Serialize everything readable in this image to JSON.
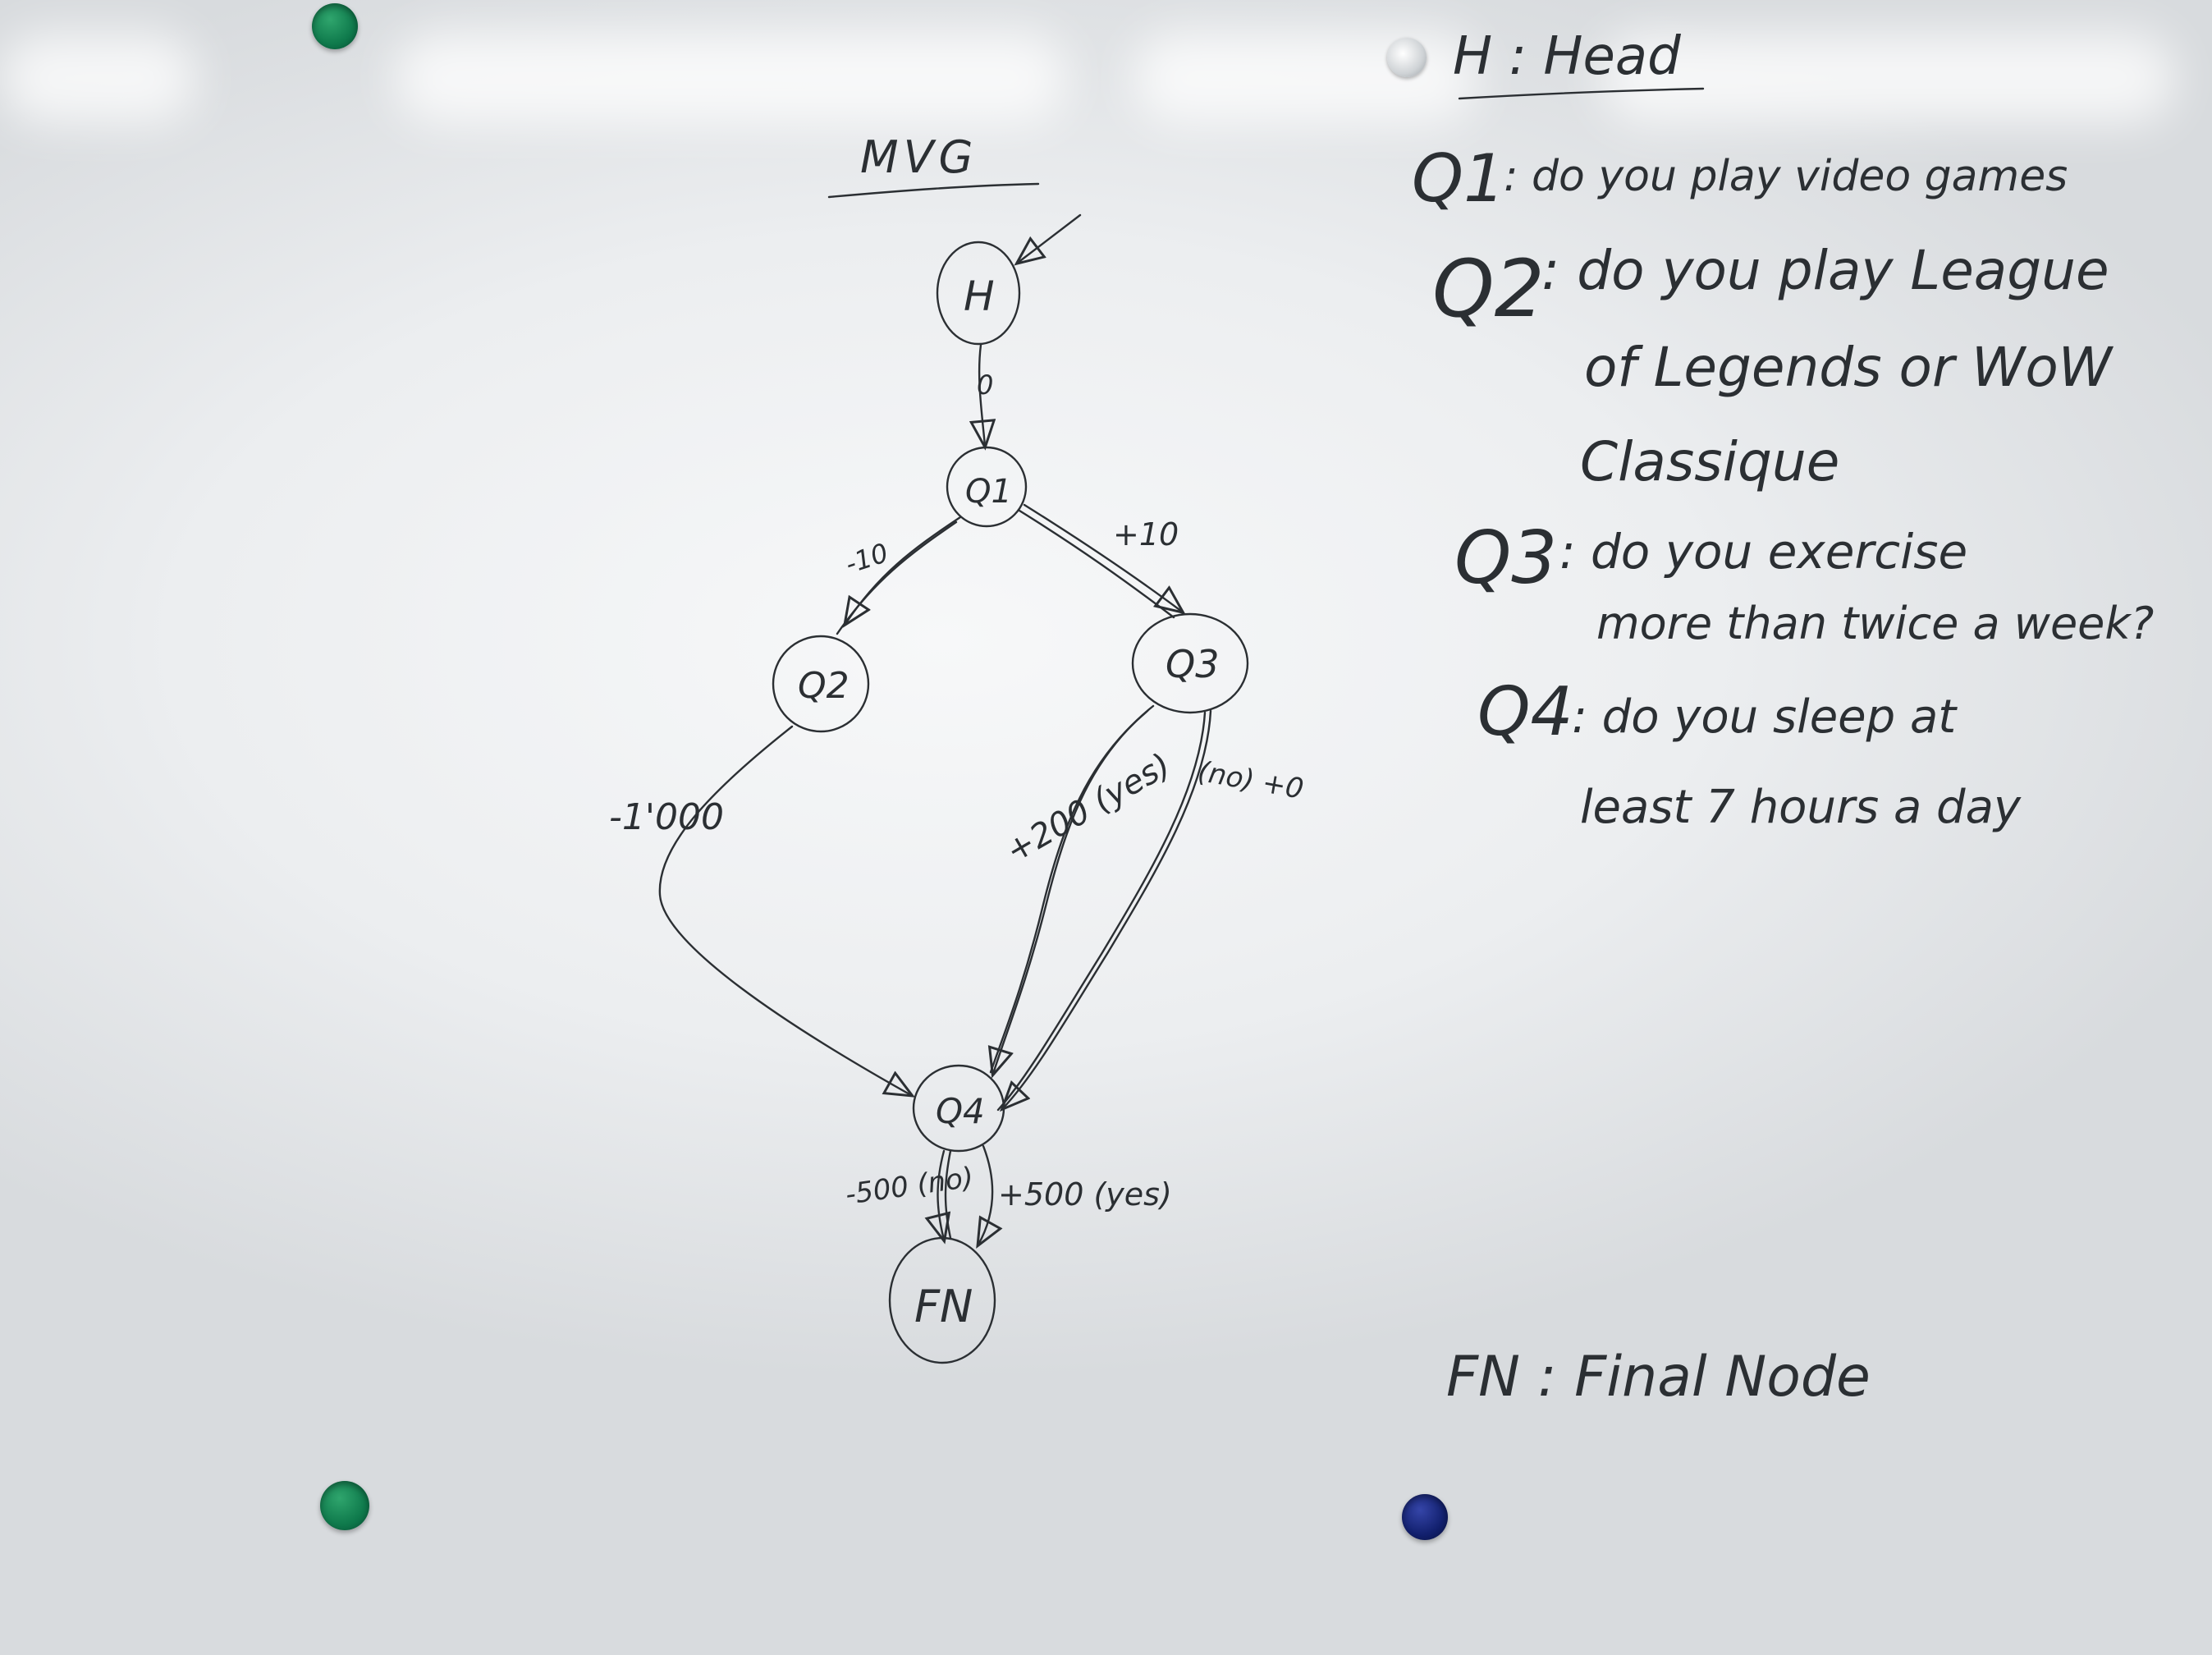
{
  "title": "MVG",
  "nodes": [
    {
      "id": "H",
      "label": "H"
    },
    {
      "id": "Q1",
      "label": "Q1"
    },
    {
      "id": "Q2",
      "label": "Q2"
    },
    {
      "id": "Q3",
      "label": "Q3"
    },
    {
      "id": "Q4",
      "label": "Q4"
    },
    {
      "id": "FN",
      "label": "FN"
    }
  ],
  "edges": [
    {
      "from": "H",
      "to": "Q1",
      "label": "0"
    },
    {
      "from": "Q1",
      "to": "Q2",
      "label": "-10"
    },
    {
      "from": "Q1",
      "to": "Q3",
      "label": "+10"
    },
    {
      "from": "Q2",
      "to": "Q4",
      "label": "-1'000"
    },
    {
      "from": "Q3",
      "to": "Q4",
      "label": "+200 (yes)"
    },
    {
      "from": "Q3",
      "to": "Q4",
      "label": "(no) +0"
    },
    {
      "from": "Q4",
      "to": "FN",
      "label": "-500 (no)"
    },
    {
      "from": "Q4",
      "to": "FN",
      "label": "+500 (yes)"
    }
  ],
  "legend": {
    "head": "H : Head",
    "q1": {
      "key": "Q1",
      "text": ": do you play video games"
    },
    "q2": {
      "key": "Q2",
      "line1": ": do you play League",
      "line2": "of Legends or WoW",
      "line3": "Classique"
    },
    "q3": {
      "key": "Q3",
      "line1": ": do you exercise",
      "line2": "more than twice a week?"
    },
    "q4": {
      "key": "Q4",
      "line1": ": do you sleep at",
      "line2": "least 7 hours a day"
    },
    "final": "FN : Final Node"
  },
  "colors": {
    "ink": "#2b2f33",
    "magnet_green": "#0f7a4c",
    "magnet_blue": "#12206e"
  }
}
